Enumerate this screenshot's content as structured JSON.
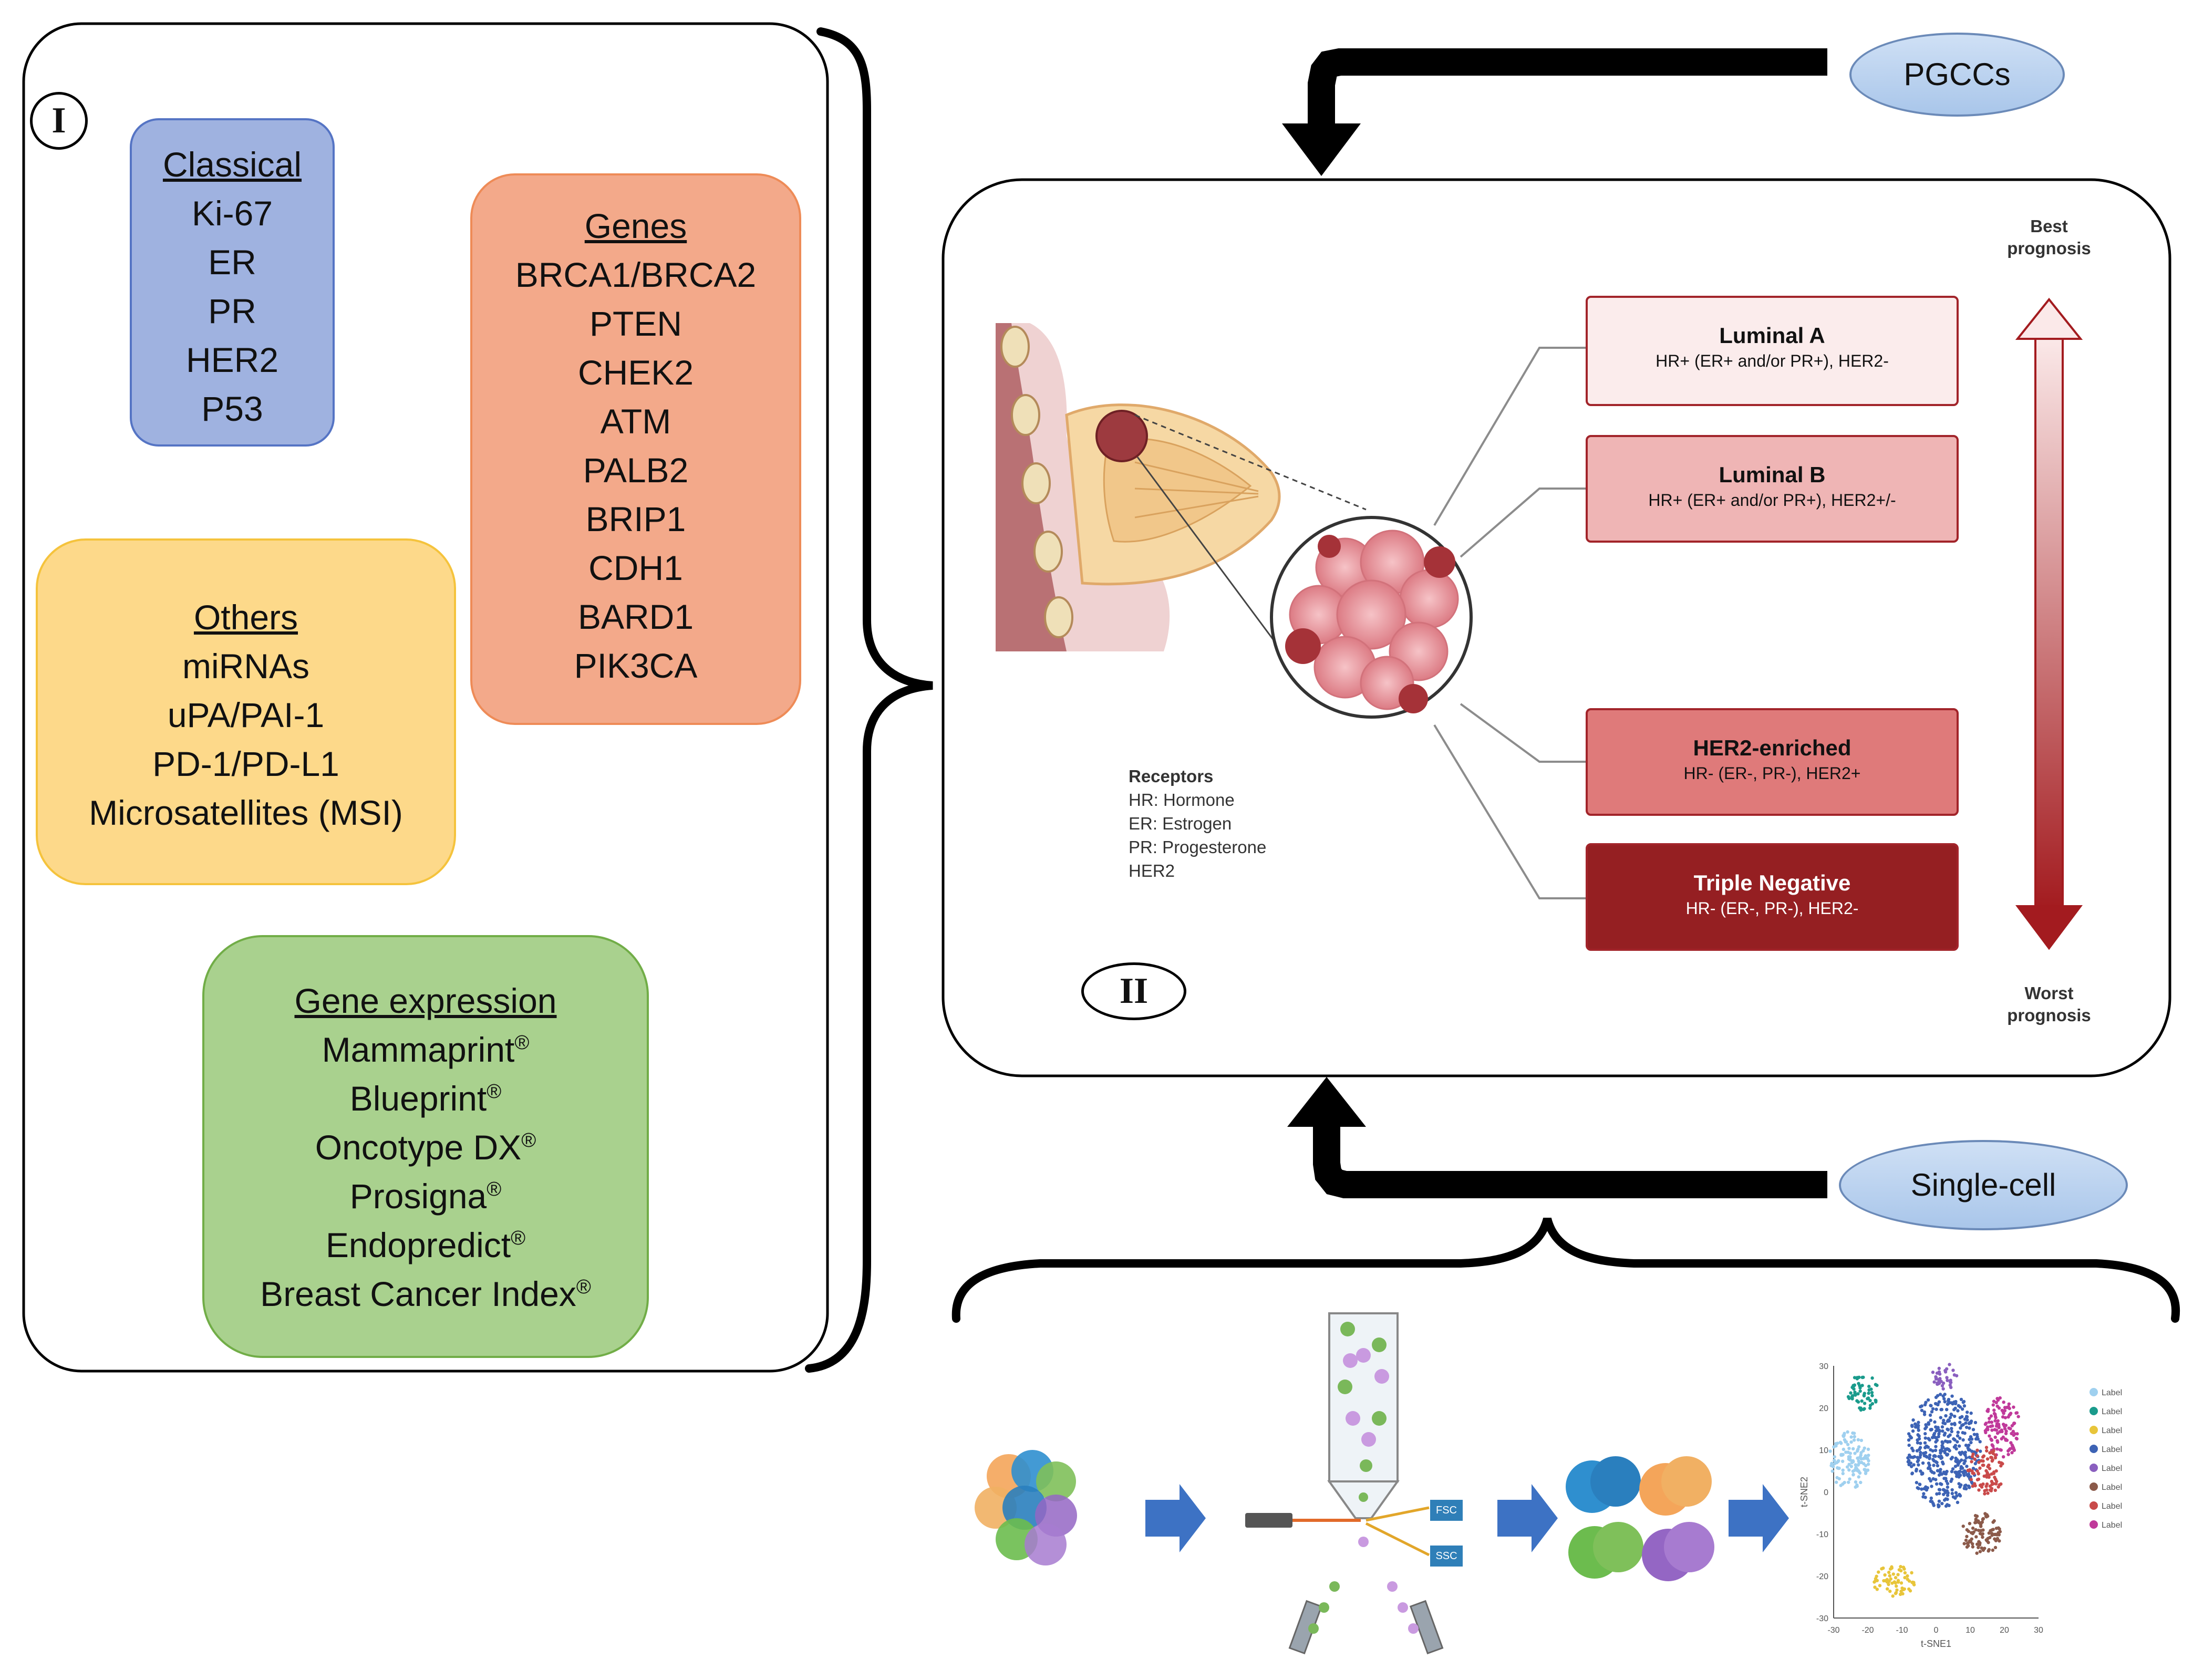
{
  "panel_labels": {
    "panel_1": "I",
    "panel_2": "II"
  },
  "classical": {
    "title": "Classical",
    "items": [
      "Ki-67",
      "ER",
      "PR",
      "HER2",
      "P53"
    ]
  },
  "genes": {
    "title": "Genes",
    "items": [
      "BRCA1/BRCA2",
      "PTEN",
      "CHEK2",
      "ATM",
      "PALB2",
      "BRIP1",
      "CDH1",
      "BARD1",
      "PIK3CA"
    ]
  },
  "others": {
    "title": "Others",
    "items": [
      "miRNAs",
      "uPA/PAI-1",
      "PD-1/PD-L1",
      "Microsatellites (MSI)"
    ]
  },
  "gene_expression": {
    "title": "Gene expression",
    "items": [
      "Mammaprint",
      "Blueprint",
      "Oncotype DX",
      "Prosigna",
      "Endopredict",
      "Breast Cancer Index"
    ],
    "mark": "®"
  },
  "pgccs": "PGCCs",
  "single_cell": "Single-cell",
  "prognosis": {
    "best_line1": "Best",
    "best_line2": "prognosis",
    "worst_line1": "Worst",
    "worst_line2": "prognosis"
  },
  "subtypes": [
    {
      "name": "Luminal A",
      "desc": "HR+ (ER+ and/or PR+), HER2-",
      "fill": "#fbecec",
      "text_color": "#111111"
    },
    {
      "name": "Luminal B",
      "desc": "HR+ (ER+ and/or PR+), HER2+/-",
      "fill": "#efb5b5",
      "text_color": "#111111"
    },
    {
      "name": "HER2-enriched",
      "desc": "HR- (ER-, PR-), HER2+",
      "fill": "#df7a7a",
      "text_color": "#111111"
    },
    {
      "name": "Triple Negative",
      "desc": "HR- (ER-, PR-), HER2-",
      "fill": "#951f22",
      "text_color": "#ffffff"
    }
  ],
  "receptors": {
    "title": "Receptors",
    "lines": [
      "HR: Hormone",
      "ER: Estrogen",
      "PR: Progesterone",
      "HER2"
    ]
  },
  "flow": {
    "fsc": "FSC",
    "ssc": "SSC"
  },
  "tsne": {
    "x_axis_label": "t-SNE1",
    "y_axis_label": "t-SNE2",
    "x_ticks": [
      "-30",
      "-20",
      "-10",
      "0",
      "10",
      "20",
      "30"
    ],
    "y_ticks": [
      "30",
      "20",
      "10",
      "0",
      "-10",
      "-20",
      "-30"
    ],
    "legend_label": "Label",
    "legend_colors": [
      "#9fd0ef",
      "#1a9b8c",
      "#e8c53a",
      "#3d63b5",
      "#8a5fbf",
      "#8b5a4a",
      "#c94a4a",
      "#c0399a"
    ]
  },
  "colors": {
    "classical_fill": "#9fb2e0",
    "classical_border": "#5574c4",
    "genes_fill": "#f3a98a",
    "genes_border": "#ee8b57",
    "others_fill": "#fdd98a",
    "others_border": "#f5c33c",
    "gene_expr_fill": "#a9d18e",
    "gene_expr_border": "#71ad47",
    "arrow_blue": "#3d72c4"
  }
}
